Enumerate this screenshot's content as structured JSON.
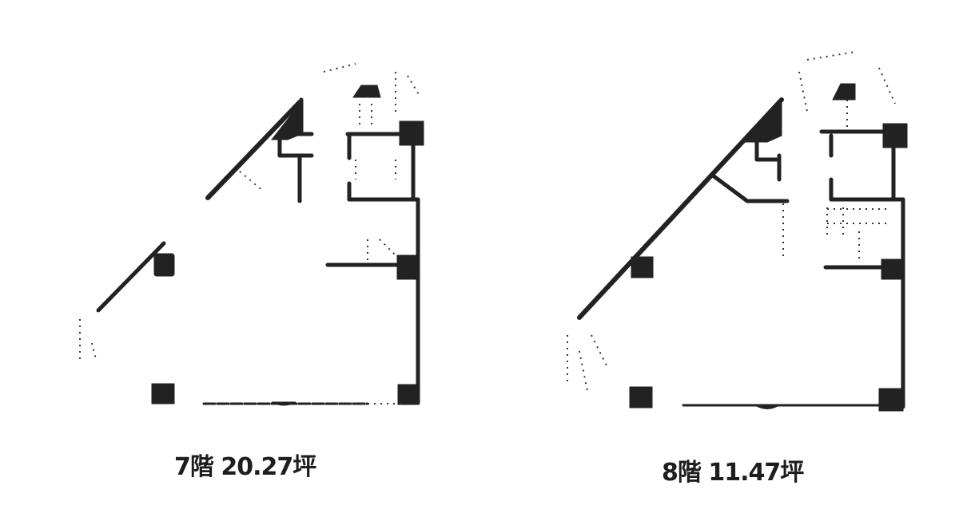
{
  "floor_plans": [
    {
      "floor": "7階",
      "area": "20.27坪",
      "label": "7階 20.27坪"
    },
    {
      "floor": "8階",
      "area": "11.47坪",
      "label": "8階 11.47坪"
    }
  ],
  "colors": {
    "background": "#ffffff",
    "walls": "#222222"
  }
}
